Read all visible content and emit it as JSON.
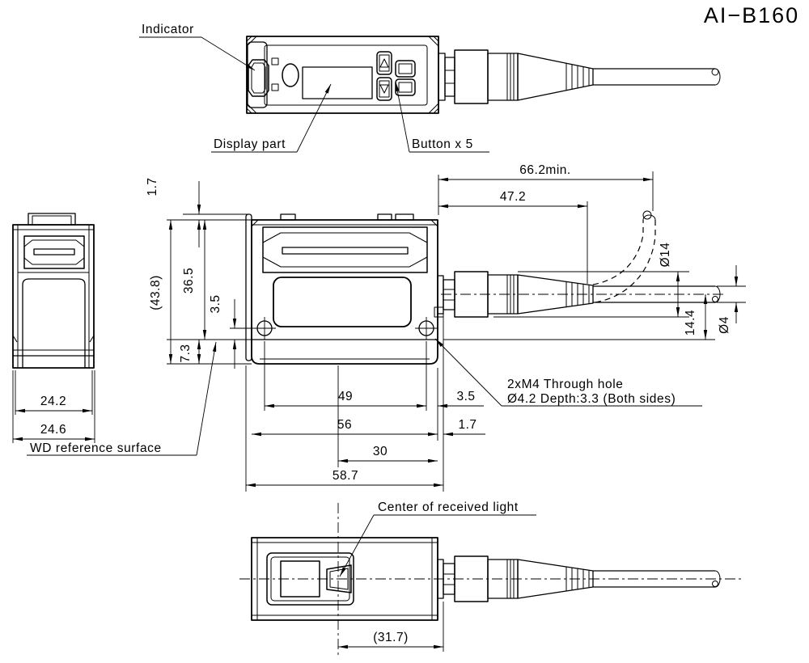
{
  "title": "AI−B160",
  "colors": {
    "line": "#000000",
    "background": "#ffffff"
  },
  "top_view": {
    "labels": {
      "indicator": "Indicator",
      "display_part": "Display part",
      "buttons": "Button x 5"
    }
  },
  "front_view": {
    "dims": {
      "tab_height": "1.7",
      "overall_height": "(43.8)",
      "body_height": "36.5",
      "hole_offset": "3.5",
      "base_height": "7.3",
      "bend_min": "66.2min.",
      "connector_length": "47.2",
      "connector_dia": "Ø14",
      "cable_offset": "14.4",
      "cable_dia": "Ø4",
      "hole_pitch": "49",
      "hole_edge": "3.5",
      "body_width": "56",
      "boot_overhang": "1.7",
      "light_to_edge": "30",
      "overall_width": "58.7"
    },
    "labels": {
      "wd_reference": "WD reference surface",
      "mounting_hole_1": "2xM4 Through hole",
      "mounting_hole_2": "Ø4.2 Depth:3.3 (Both sides)"
    }
  },
  "side_view": {
    "dims": {
      "body_width": "24.2",
      "overall_width": "24.6"
    }
  },
  "bottom_view": {
    "labels": {
      "received_light": "Center of received light"
    },
    "dims": {
      "light_center": "(31.7)"
    }
  }
}
